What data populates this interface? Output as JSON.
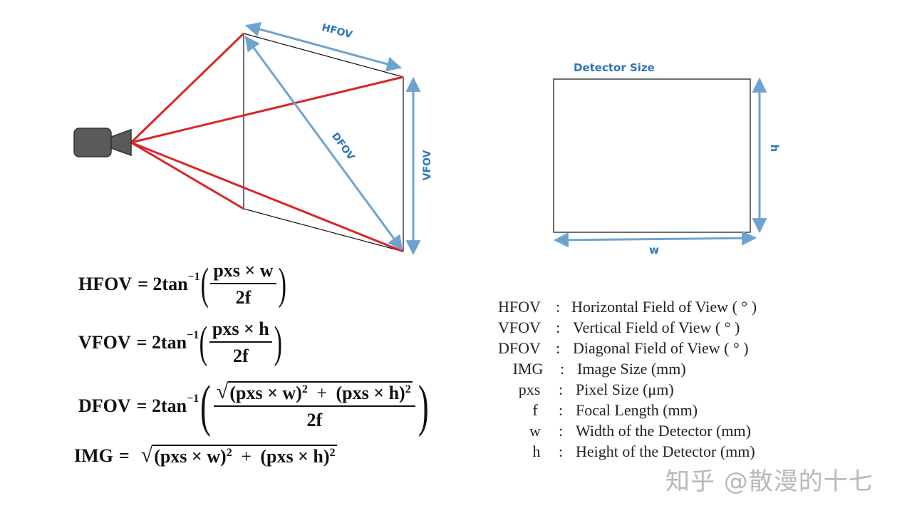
{
  "diagram": {
    "labels": {
      "hfov": "HFOV",
      "vfov": "VFOV",
      "dfov": "DFOV",
      "detector_size": "Detector Size",
      "w": "w",
      "h": "h"
    },
    "colors": {
      "red": "#d9262b",
      "blue": "#6fa3cf",
      "label_blue": "#2e75b6",
      "camera_body": "#5a5a5a",
      "camera_outline": "#333333"
    },
    "icons": {
      "camera": "camera-icon"
    }
  },
  "formulas": {
    "hfov": {
      "lhs": "HFOV",
      "eq": "= 2tan",
      "inv": "−1",
      "num": "pxs × w",
      "den": "2f"
    },
    "vfov": {
      "lhs": "VFOV",
      "eq": "= 2tan",
      "inv": "−1",
      "num": "pxs × h",
      "den": "2f"
    },
    "dfov": {
      "lhs": "DFOV",
      "eq": "= 2tan",
      "inv": "−1",
      "rad_a": "(pxs × w)",
      "rad_plus": "+",
      "rad_b": "(pxs × h)",
      "exp": "2",
      "den": "2f"
    },
    "img": {
      "lhs": "IMG",
      "eq": "=",
      "rad_a": "(pxs × w)",
      "rad_plus": "+",
      "rad_b": "(pxs × h)",
      "exp": "2"
    }
  },
  "legend": [
    {
      "term": "HFOV",
      "desc": "Horizontal Field of View ( ° )"
    },
    {
      "term": "VFOV",
      "desc": "Vertical Field of View ( ° )"
    },
    {
      "term": "DFOV",
      "desc": "Diagonal Field of View ( ° )"
    },
    {
      "term": "IMG",
      "desc": "Image Size (mm)"
    },
    {
      "term": "pxs",
      "desc": "Pixel Size (μm)"
    },
    {
      "term": "f",
      "desc": "Focal Length (mm)"
    },
    {
      "term": "w",
      "desc": "Width of the Detector (mm)"
    },
    {
      "term": "h",
      "desc": "Height of the Detector (mm)"
    }
  ],
  "legend_colon": ":",
  "watermark": "知乎 @散漫的十七"
}
